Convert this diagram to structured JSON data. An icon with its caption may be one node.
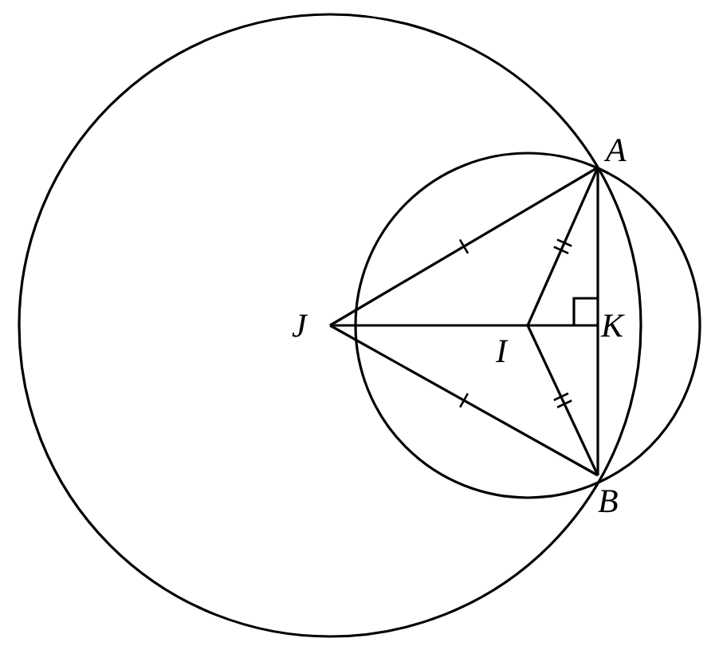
{
  "diagram": {
    "labels": [
      "A",
      "J",
      "I",
      "K",
      "B"
    ]
  }
}
